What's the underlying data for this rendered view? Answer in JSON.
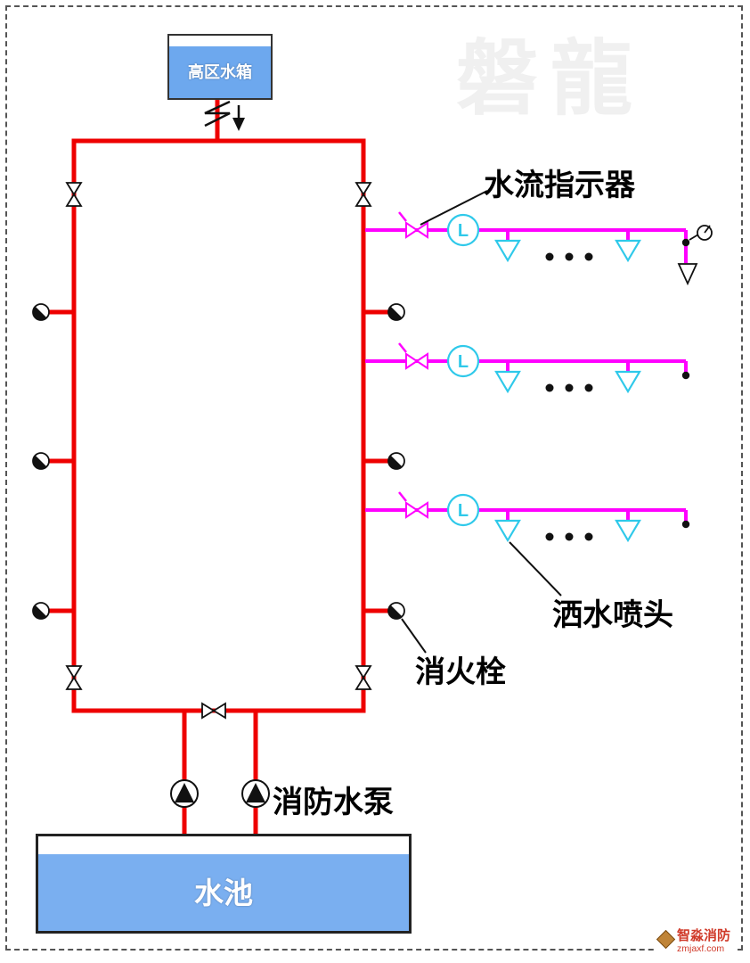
{
  "watermark": "磐龍",
  "diagram": {
    "tank_label": "高区水箱",
    "pool_label": "水池",
    "flow_indicator_letter": "L",
    "annotations": {
      "flow_indicator": "水流指示器",
      "sprinkler": "洒水喷头",
      "hydrant": "消火栓",
      "pump": "消防水泵"
    }
  },
  "logo": {
    "brand": "智淼消防",
    "site": "zmjaxf.com"
  },
  "colors": {
    "main_pipe": "#ee0000",
    "branch_pipe": "#ff00ff",
    "device": "#2fc9ea",
    "tank_fill": "#6da8ee",
    "pool_fill": "#7aaff0",
    "annotation_text": "#000000",
    "logo_red": "#d03a2a",
    "watermark_gray": "#f0f0f0"
  }
}
